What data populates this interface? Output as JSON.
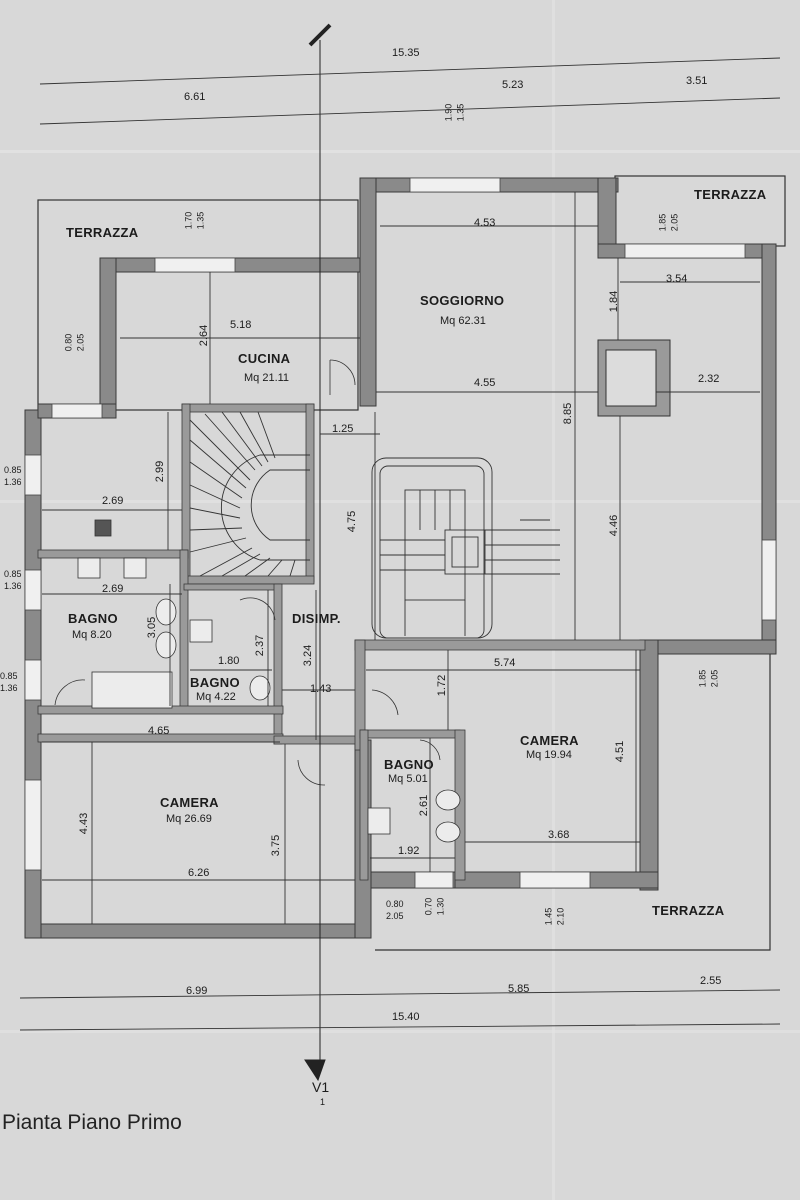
{
  "sheet": {
    "title": "Pianta Piano Primo",
    "section_mark": "V1",
    "section_sub": "1"
  },
  "rooms": {
    "terrazza_nw": "TERRAZZA",
    "terrazza_ne": "TERRAZZA",
    "terrazza_se": "TERRAZZA",
    "cucina": "CUCINA",
    "cucina_area": "Mq 21.11",
    "soggiorno": "SOGGIORNO",
    "soggiorno_area": "Mq 62.31",
    "bagno_big": "BAGNO",
    "bagno_big_area": "Mq 8.20",
    "bagno_mid": "BAGNO",
    "bagno_mid_area": "Mq 4.22",
    "disimp": "DISIMP.",
    "camera_sw": "CAMERA",
    "camera_sw_area": "Mq 26.69",
    "bagno_small": "BAGNO",
    "bagno_small_area": "Mq 5.01",
    "camera_e": "CAMERA",
    "camera_e_area": "Mq 19.94"
  },
  "dimensions": {
    "top_total": "15.35",
    "top_left": "6.61",
    "top_mid": "5.23",
    "top_right": "3.51",
    "bottom_left": "6.99",
    "bottom_mid": "5.85",
    "bottom_right": "2.55",
    "bottom_total": "15.40",
    "sog_top": "4.53",
    "terr_ne": "3.54",
    "cucina_w": "5.18",
    "cucina_h": "2.64",
    "sog_mid": "4.55",
    "pillar_r": "2.32",
    "sog_h_upper": "1.84",
    "sog_depth": "8.85",
    "sog_h_lower": "4.46",
    "stair_gap": "1.25",
    "stair_h": "4.75",
    "kitch_low_h": "2.99",
    "kitch_low_w": "2.69",
    "bagno_w": "2.69",
    "bagno_h": "3.05",
    "bagno_mid_w": "1.80",
    "bagno_mid_h": "2.37",
    "disimp_h": "3.24",
    "disimp_w": "1.43",
    "camera_e_w": "5.74",
    "camera_e_h1": "1.72",
    "camera_e_h2": "4.51",
    "camera_e_inner": "3.68",
    "bagno_small_h": "2.61",
    "bagno_small_w": "1.92",
    "camera_sw_w": "4.65",
    "camera_sw_w2": "6.26",
    "camera_sw_h": "4.43",
    "camera_sw_h2": "3.75"
  },
  "openings": {
    "top_win": "1.90",
    "top_win_b": "1.35",
    "terr_nw_win": "1.70",
    "terr_nw_win_b": "1.35",
    "terr_ne_win": "1.85",
    "terr_ne_win_b": "2.05",
    "w_win1": "0.80",
    "w_win1_b": "2.05",
    "left_a": "0.85",
    "left_a_b": "1.36",
    "left_b": "0.85",
    "left_b_b": "1.36",
    "left_c": "0.85",
    "left_c_b": "1.36",
    "sog_win": "1.85",
    "sog_win_b": "2.05",
    "bot_a": "0.80",
    "bot_a_b": "2.05",
    "bot_b": "0.70",
    "bot_b_b": "1.30",
    "bot_c": "1.45",
    "bot_c_b": "2.10"
  },
  "colors": {
    "paper": "#d8d8d8",
    "wall": "#8a8a8a",
    "wall_outline": "#3a3a3a",
    "line": "#2a2a2a"
  }
}
